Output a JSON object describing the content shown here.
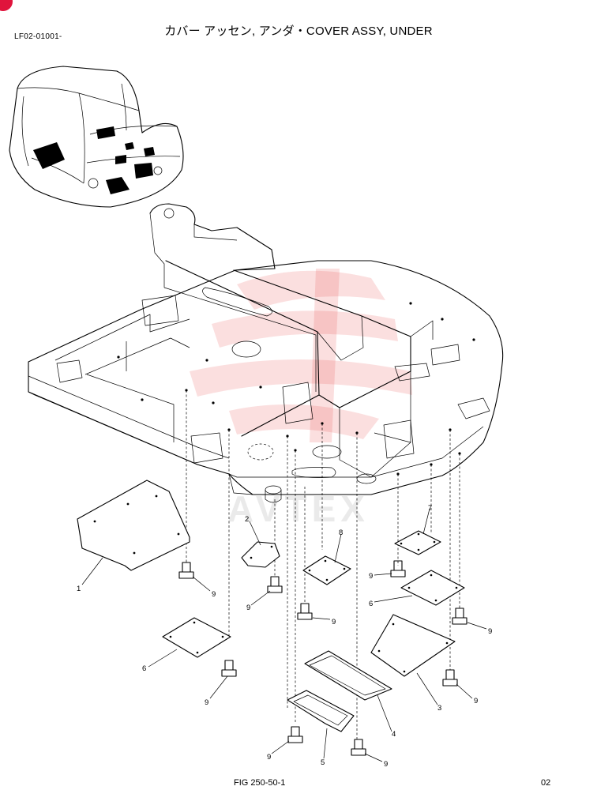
{
  "header": {
    "title": "カバー アッセン, アンダ・COVER ASSY, UNDER",
    "code": "LF02-01001-"
  },
  "footer": {
    "figure": "FIG 250-50-1",
    "page": "02"
  },
  "watermark": {
    "text": "AVTEX",
    "color": "#e63a3a"
  },
  "callouts": {
    "c1": "1",
    "c2": "2",
    "c3": "3",
    "c4": "4",
    "c5": "5",
    "c6a": "6",
    "c6b": "6",
    "c7": "7",
    "c8": "8",
    "c9a": "9",
    "c9b": "9",
    "c9c": "9",
    "c9d": "9",
    "c9e": "9",
    "c9f": "9",
    "c9g": "9",
    "c9h": "9",
    "c9i": "9"
  }
}
